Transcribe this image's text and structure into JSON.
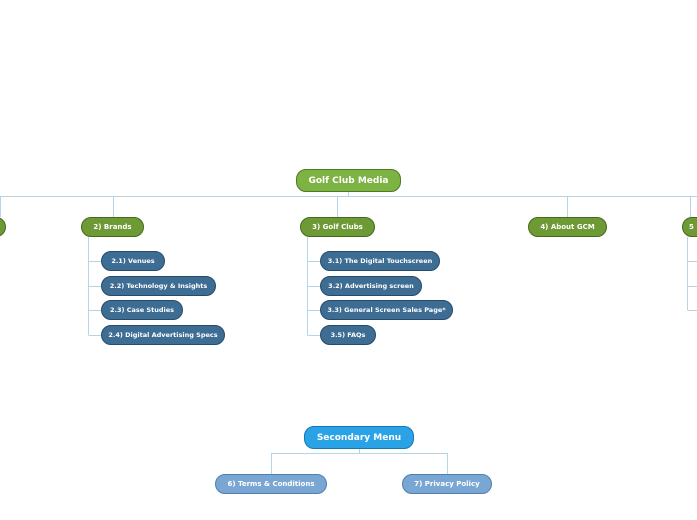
{
  "mind_map": {
    "root": {
      "label": "Golf Club Media",
      "color": "#7cb342"
    },
    "branches": [
      {
        "label": "",
        "partial": "left"
      },
      {
        "label": "2) Brands",
        "children": [
          "2.1) Venues",
          "2.2) Technology & Insights",
          "2.3) Case Studies",
          "2.4) Digital Advertising Specs"
        ]
      },
      {
        "label": "3) Golf Clubs",
        "children": [
          "3.1) The Digital Touchscreen",
          "3.2) Advertising screen",
          "3.3) General Screen Sales Page*",
          "3.5) FAQs"
        ]
      },
      {
        "label": "4) About GCM",
        "children": []
      },
      {
        "label": "5",
        "partial": "right"
      }
    ],
    "secondary": {
      "label": "Secondary Menu",
      "color": "#2aa3e6",
      "children": [
        "6) Terms & Conditions",
        "7) Privacy Policy"
      ]
    }
  },
  "colors": {
    "connector": "#b7d3e6",
    "main_node": "#6d9a35",
    "sub_node": "#3e6d94",
    "secondary_child": "#7aa6d3"
  }
}
